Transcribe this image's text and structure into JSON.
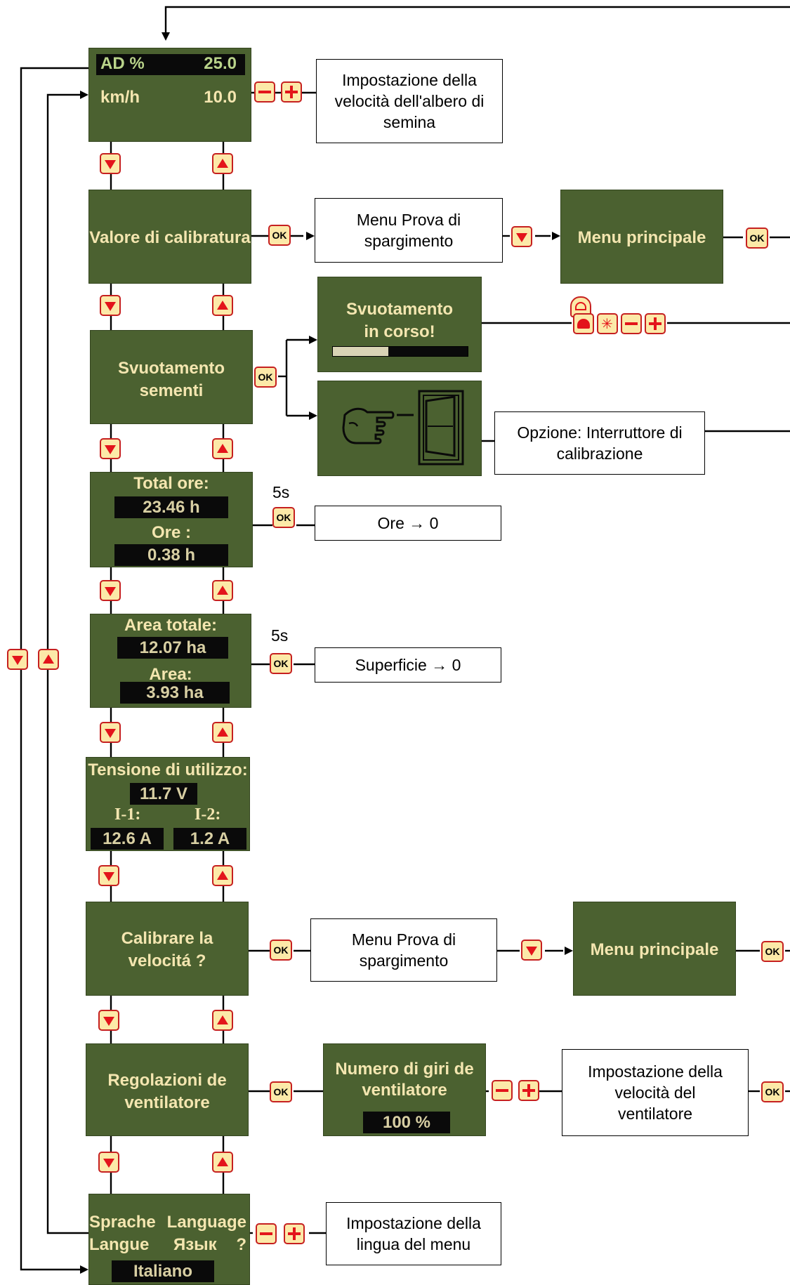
{
  "screens": {
    "ad": {
      "ad_label": "AD %",
      "ad_value": "25.0",
      "kmh_label": "km/h",
      "kmh_value": "10.0"
    },
    "calibration_value": {
      "text": "Valore di calibratura"
    },
    "menu_main_1": {
      "text": "Menu principale"
    },
    "emptying": {
      "line1": "Svuotamento",
      "line2": "in corso!",
      "progress": 0.41
    },
    "seed_empty": {
      "line1": "Svuotamento",
      "line2": "sementi"
    },
    "hours": {
      "total_label": "Total ore:",
      "total_value": "23.46 h",
      "ore_label": "Ore :",
      "ore_value": "0.38 h"
    },
    "area": {
      "total_label": "Area totale:",
      "total_value": "12.07 ha",
      "area_label": "Area:",
      "area_value": "3.93 ha"
    },
    "voltage": {
      "label": "Tensione di utilizzo:",
      "value": "11.7 V",
      "i1_label": "I-1:",
      "i2_label": "I-2:",
      "i1_value": "12.6 A",
      "i2_value": "1.2 A"
    },
    "speed_cal": {
      "line1": "Calibrare la",
      "line2": "velocitá ?"
    },
    "menu_main_2": {
      "text": "Menu principale"
    },
    "fan_settings": {
      "line1": "Regolazioni de",
      "line2": "ventilatore"
    },
    "fan_rpm": {
      "line1": "Numero di giri de",
      "line2": "ventilatore",
      "value": "100 %"
    },
    "language": {
      "sprache": "Sprache",
      "language": "Language",
      "langue": "Langue",
      "yazyk": "Язык",
      "question": "?",
      "value": "Italiano"
    }
  },
  "boxes": {
    "seed_speed": "Impostazione della velocità dell'albero di semina",
    "test_menu_1": "Menu Prova di spargimento",
    "cal_switch": "Opzione: Interruttore di calibrazione",
    "hours_reset": "Ore → 0",
    "area_reset": "Superficie → 0",
    "test_menu_2": "Menu Prova di spargimento",
    "fan_speed": "Impostazione della velocità del ventilatore",
    "menu_language": "Impostazione della lingua del menu"
  },
  "notes": {
    "hold_1": "5s",
    "hold_2": "5s"
  },
  "keys": {
    "ok": "OK"
  },
  "icons": [
    "arrow-down-key-icon",
    "arrow-up-key-icon",
    "minus-key-icon",
    "plus-key-icon",
    "ok-key-icon",
    "pointing-hand-icon",
    "rocker-switch-icon",
    "gauge-key-icon",
    "fan-key-icon",
    "light-key-icon"
  ]
}
